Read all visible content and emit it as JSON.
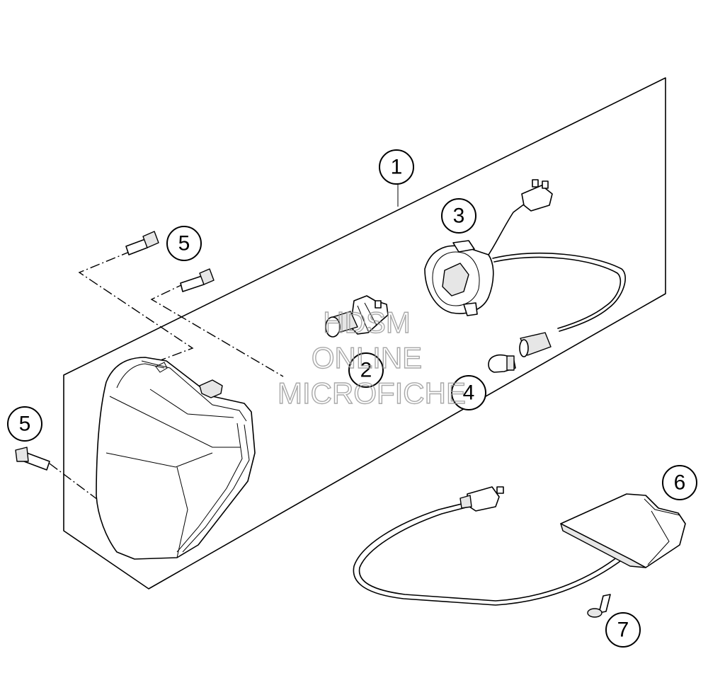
{
  "diagram": {
    "callouts": [
      {
        "id": "c1",
        "label": "1"
      },
      {
        "id": "c2",
        "label": "2"
      },
      {
        "id": "c3",
        "label": "3"
      },
      {
        "id": "c4",
        "label": "4"
      },
      {
        "id": "c5a",
        "label": "5"
      },
      {
        "id": "c5b",
        "label": "5"
      },
      {
        "id": "c6",
        "label": "6"
      },
      {
        "id": "c7",
        "label": "7"
      }
    ],
    "watermark": [
      "HDSM",
      "ONLINE",
      "MICROFICHE"
    ]
  }
}
